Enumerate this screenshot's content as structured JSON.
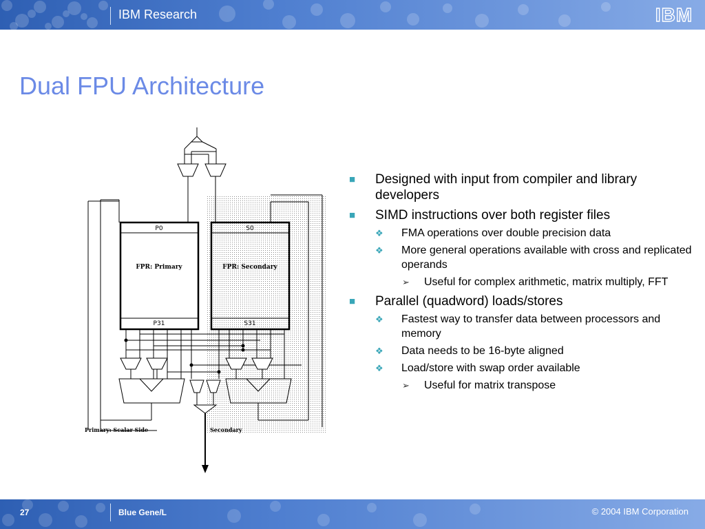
{
  "header": {
    "title": "IBM Research",
    "logo_text": "IBM"
  },
  "slide": {
    "title": "Dual FPU Architecture"
  },
  "diagram": {
    "primary_register_top": "P0",
    "primary_register_label": "FPR: Primary",
    "primary_register_bottom": "P31",
    "secondary_register_top": "S0",
    "secondary_register_label": "FPR: Secondary",
    "secondary_register_bottom": "S31",
    "primary_side_label": "Primary: Scalar Side",
    "secondary_side_label": "Secondary"
  },
  "bullets": [
    {
      "level": 1,
      "marker": "■",
      "text": "Designed with input from compiler and library developers"
    },
    {
      "level": 1,
      "marker": "■",
      "text": "SIMD instructions over both register files"
    },
    {
      "level": 2,
      "marker": "❖",
      "text": "FMA operations over double precision data"
    },
    {
      "level": 2,
      "marker": "❖",
      "text": "More general operations available with cross and replicated operands"
    },
    {
      "level": 3,
      "marker": "➢",
      "text": "Useful for complex arithmetic, matrix multiply, FFT"
    },
    {
      "level": 1,
      "marker": "■",
      "text": "Parallel (quadword) loads/stores"
    },
    {
      "level": 2,
      "marker": "❖",
      "text": "Fastest way to transfer data between processors and memory"
    },
    {
      "level": 2,
      "marker": "❖",
      "text": "Data needs to be 16-byte aligned"
    },
    {
      "level": 2,
      "marker": "❖",
      "text": "Load/store with swap order available"
    },
    {
      "level": 3,
      "marker": "➢",
      "text": "Useful for matrix transpose"
    }
  ],
  "footer": {
    "page_number": "27",
    "center_text": "Blue Gene/L",
    "copyright": "© 2004 IBM Corporation"
  }
}
